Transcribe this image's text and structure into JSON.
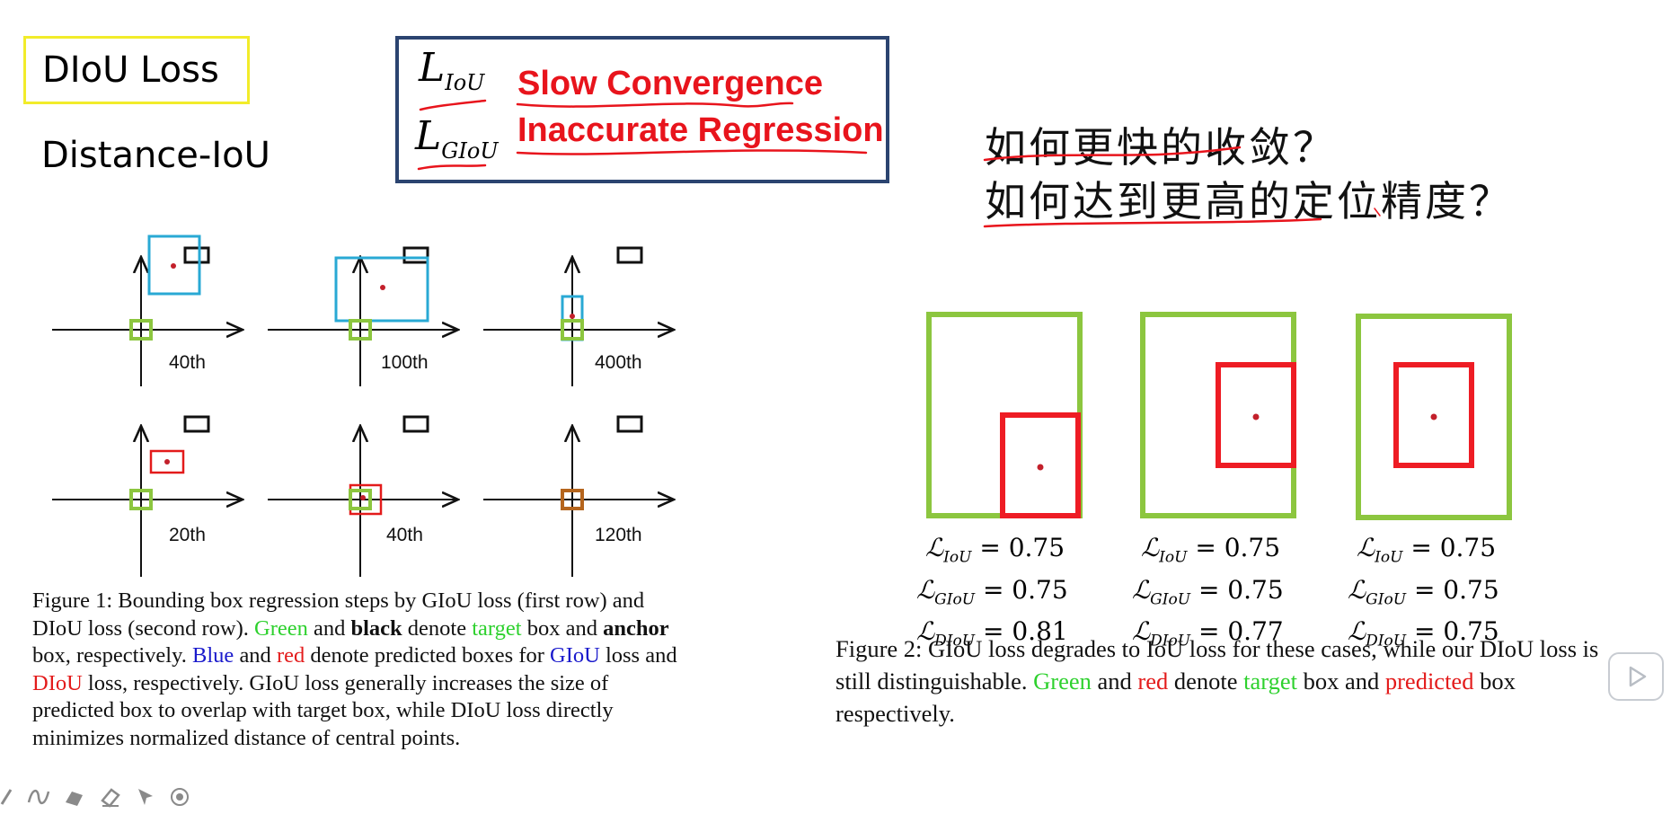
{
  "title": "DIoU Loss",
  "subtitle": "Distance-IoU",
  "loss_box": {
    "l_iou_symbol": "L",
    "l_iou_sub": "IoU",
    "l_giou_symbol": "L",
    "l_giou_sub": "GIoU",
    "slow_convergence": "Slow Convergence",
    "inaccurate_regression": "Inaccurate Regression"
  },
  "questions": {
    "q1": "如何更快的收敛？",
    "q2": "如何达到更高的定位精度？"
  },
  "figure1": {
    "row1_labels": [
      "40th",
      "100th",
      "400th"
    ],
    "row2_labels": [
      "20th",
      "40th",
      "120th"
    ],
    "caption": {
      "p1": "Figure 1: Bounding box regression steps by GIoU loss (first row) and DIoU loss (second row). ",
      "green1": "Green",
      "p2": " and ",
      "black": "black",
      "p3": " denote ",
      "target": "target",
      "p4": " box and ",
      "anchor": "anchor",
      "p5": " box, respectively. ",
      "blue": "Blue",
      "p6": " and ",
      "red": "red",
      "p7": " denote predicted boxes for ",
      "giou": "GIoU",
      "p8": " loss and ",
      "diou": "DIoU",
      "p9": " loss, respectively. GIoU loss generally increases the size of predicted box to overlap with target box, while DIoU loss directly minimizes normalized distance of central points."
    }
  },
  "figure2": {
    "values": [
      {
        "iou": "= 0.75",
        "giou": "= 0.75",
        "diou": "= 0.81"
      },
      {
        "iou": "= 0.75",
        "giou": "= 0.75",
        "diou": "= 0.77"
      },
      {
        "iou": "= 0.75",
        "giou": "= 0.75",
        "diou": "= 0.75"
      }
    ],
    "sym": "ℒ",
    "sub_iou": "IoU",
    "sub_giou": "GIoU",
    "sub_diou": "DIoU",
    "caption": {
      "p1": "Figure 2: GIoU loss degrades to IoU loss for these cases, while our DIoU loss is still distinguishable. ",
      "green": "Green",
      "p2": " and ",
      "red": "red",
      "p3": " denote ",
      "target": "target",
      "p4": " box and ",
      "predicted": "predicted",
      "p5": " box respectively."
    }
  },
  "colors": {
    "green": "#8cc63f",
    "red": "#ee1c24",
    "blue": "#29a9d4",
    "frame": "#2b4470",
    "title_border": "#f2ec2a"
  },
  "toolbar_icons": [
    "pen-icon",
    "curve-icon",
    "highlighter-icon",
    "eraser-icon",
    "pointer-icon",
    "laser-icon"
  ]
}
